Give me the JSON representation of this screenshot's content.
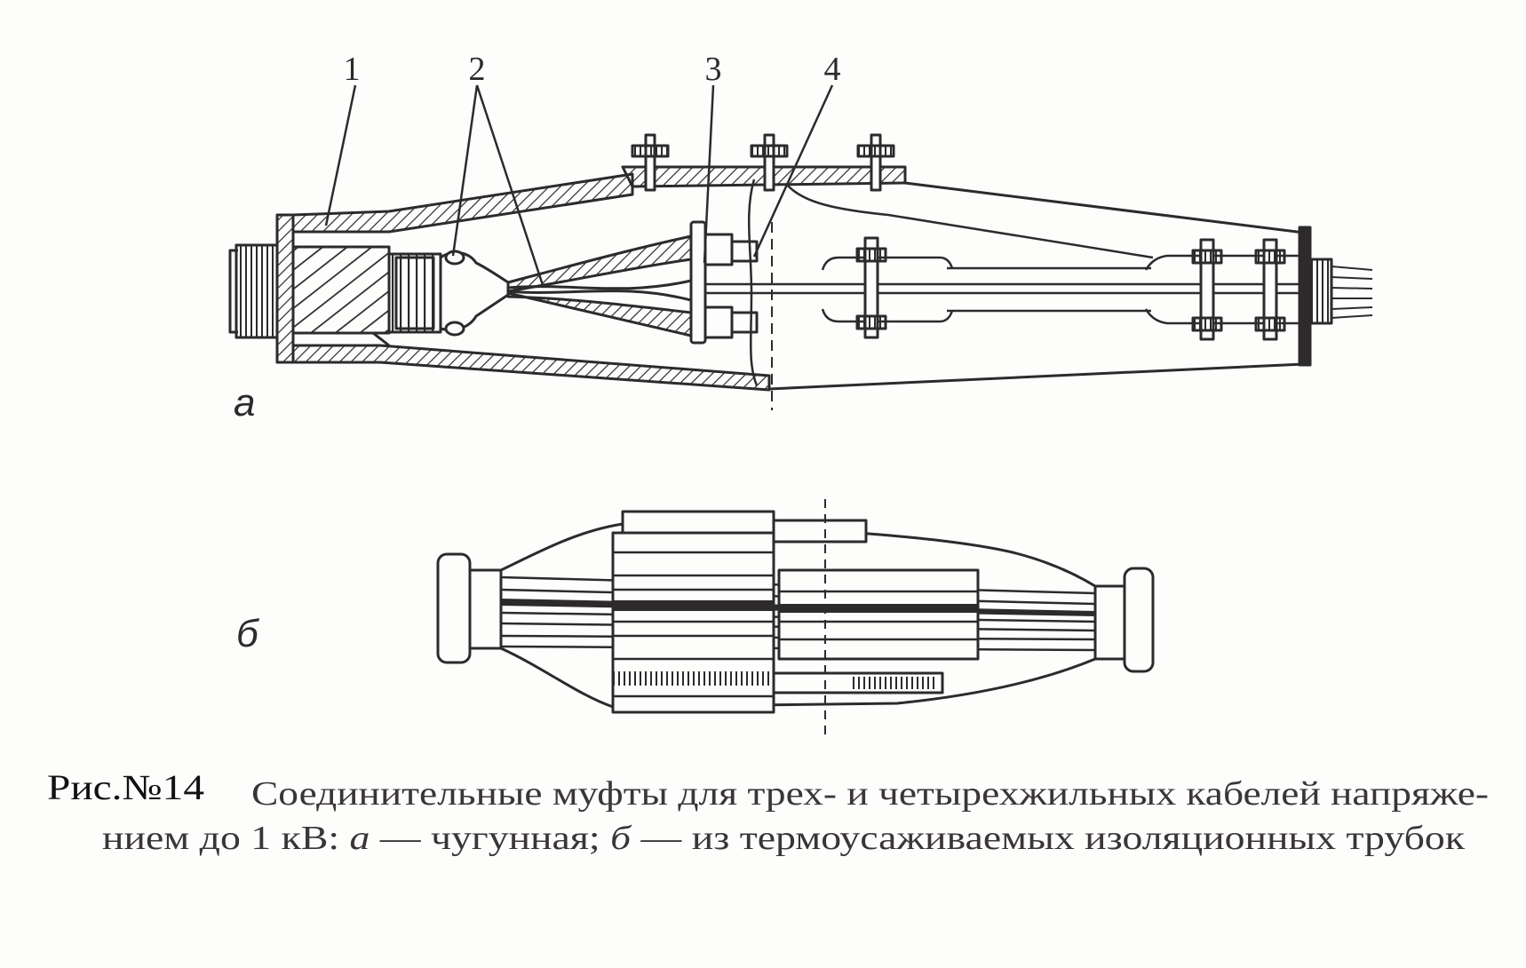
{
  "figure": {
    "part_labels": [
      "1",
      "2",
      "3",
      "4"
    ],
    "variant_labels": {
      "a": "а",
      "b": "б"
    },
    "caption": {
      "number": "Рис.№14",
      "line1": "Соединительные муфты для трех- и четырехжильных кабелей напряже-",
      "line2": {
        "prefix": "нием до 1 кВ: ",
        "a_letter": "а",
        "a_text": " — чугунная; ",
        "b_letter": "б",
        "b_text": " — из термоусаживаемых изоляционных трубок"
      }
    }
  },
  "colors": {
    "paper": "#fdfdfc",
    "ink": "#2d2a2c",
    "caption_ink": "#3a3538",
    "number_ink": "#111111"
  }
}
